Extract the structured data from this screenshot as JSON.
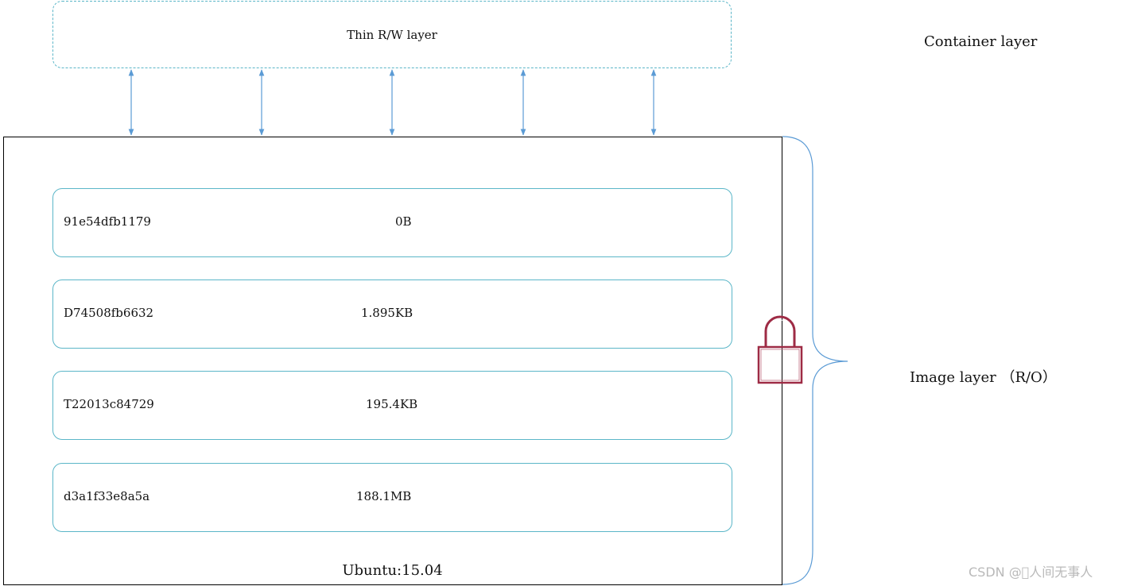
{
  "container": {
    "rw_label": "Thin R/W layer",
    "side_label": "Container layer"
  },
  "image": {
    "layers": [
      {
        "id": "91e54dfb1179",
        "size": "0B"
      },
      {
        "id": "D74508fb6632",
        "size": "1.895KB"
      },
      {
        "id": "T22013c84729",
        "size": "195.4KB"
      },
      {
        "id": "d3a1f33e8a5a",
        "size": "188.1MB"
      }
    ],
    "base_label": "Ubuntu:15.04",
    "side_label": "Image layer （R/O）"
  },
  "watermark": "CSDN @\u0000人间无事人",
  "icons": {
    "lock": "lock-icon",
    "brace": "curly-brace-icon",
    "arrows": "double-arrow-icon"
  },
  "colors": {
    "layer_border": "#5bb6c8",
    "arrow": "#5b9bd5",
    "brace": "#5b9bd5",
    "lock": "#9e2b45"
  }
}
